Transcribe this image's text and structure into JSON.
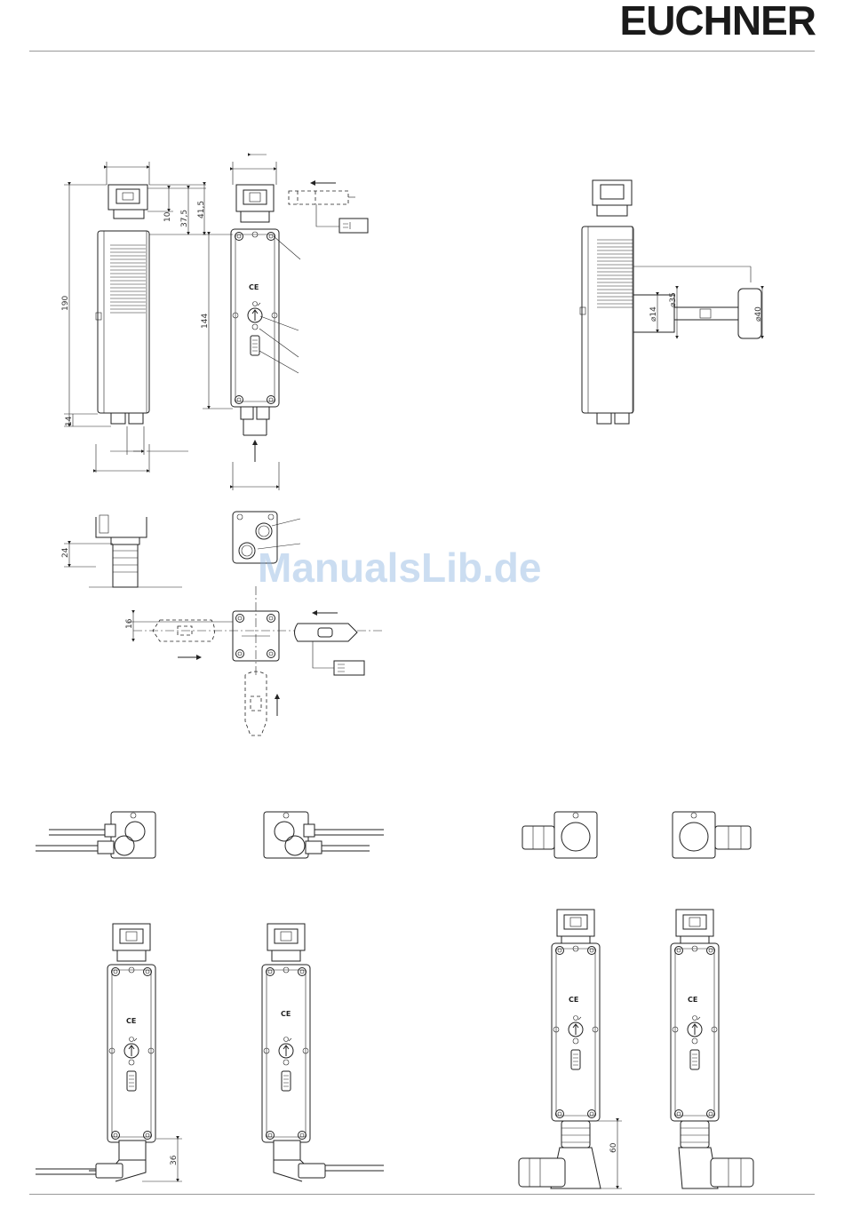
{
  "header": {
    "logo": "EUCHNER"
  },
  "watermark": "ManualsLib.de",
  "marks": {
    "ce": "CE"
  },
  "dimensions": {
    "d10": "10",
    "d37_5": "37,5",
    "d41_5": "41,5",
    "d190": "190",
    "d144": "144",
    "d14": "14",
    "d24": "24",
    "d16": "16",
    "d36": "36",
    "d60": "60",
    "d_dia14": "⌀14",
    "d_dia35": "⌀35",
    "d_dia40": "⌀40"
  }
}
